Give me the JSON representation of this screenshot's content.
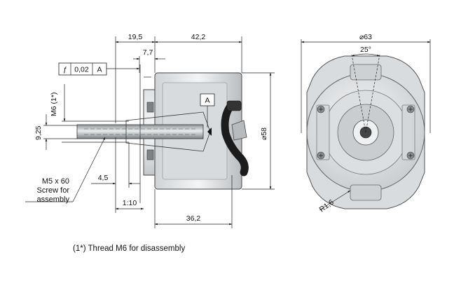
{
  "dimensions": {
    "top_left": "19,5",
    "top_right": "42,2",
    "top_small": "7,7",
    "flatness_value": "0,02",
    "datum_ref": "A",
    "datum_label": "A",
    "thread_label": "M6 (1*)",
    "height_left": "9,25",
    "offset_45": "4,5",
    "ratio": "1:10",
    "bottom_length": "36,2",
    "diameter_58": "⌀58",
    "diameter_63": "⌀63",
    "angle": "25°",
    "radius": "R1,6"
  },
  "screw_note": {
    "line1": "M5 x 60",
    "line2": "Screw for",
    "line3": "assembly"
  },
  "footnote": "(1*)  Thread M6 for disassembly"
}
